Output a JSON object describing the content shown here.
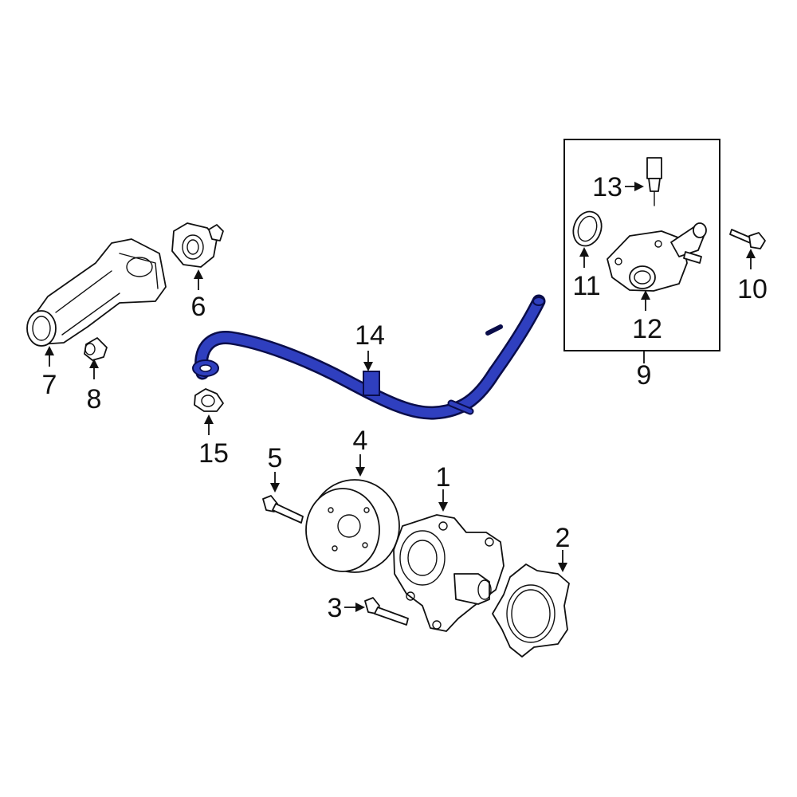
{
  "colors": {
    "highlight": "#2f3fbf",
    "highlight_outline": "#0a0d4a",
    "line": "#111111",
    "background": "#ffffff"
  },
  "callouts": {
    "c1": "1",
    "c2": "2",
    "c3": "3",
    "c4": "4",
    "c5": "5",
    "c6": "6",
    "c7": "7",
    "c8": "8",
    "c9": "9",
    "c10": "10",
    "c11": "11",
    "c12": "12",
    "c13": "13",
    "c14": "14",
    "c15": "15"
  }
}
